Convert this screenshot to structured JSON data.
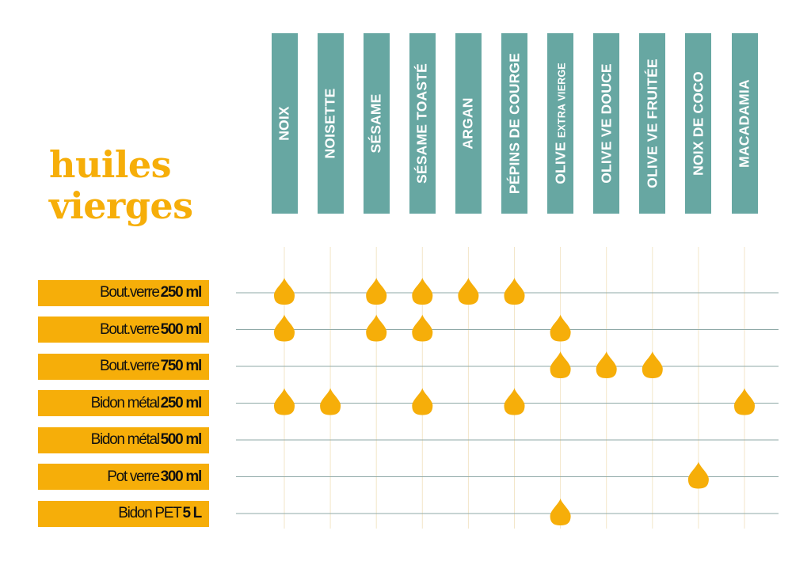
{
  "title": {
    "line1": "huiles",
    "line2": "vierges"
  },
  "colors": {
    "accent": "#f6ae09",
    "header": "#67a7a2",
    "rowline": "#8fa9a7",
    "colline": "#f3e6c9"
  },
  "columns": [
    {
      "label": "NOIX"
    },
    {
      "label": "NOISETTE"
    },
    {
      "label": "SÉSAME"
    },
    {
      "label": "SÉSAME TOASTÉ"
    },
    {
      "label": "ARGAN"
    },
    {
      "label": "PÉPINS DE COURGE"
    },
    {
      "label": "OLIVE",
      "label_small": "EXTRA VIERGE"
    },
    {
      "label": "OLIVE VE  DOUCE"
    },
    {
      "label": "OLIVE VE FRUITÉE"
    },
    {
      "label": "NOIX DE COCO"
    },
    {
      "label": "MACADAMIA"
    }
  ],
  "rows": [
    {
      "name": "Bout.verre",
      "size": "250 ml"
    },
    {
      "name": "Bout.verre",
      "size": "500 ml"
    },
    {
      "name": "Bout.verre",
      "size": "750 ml"
    },
    {
      "name": "Bidon métal",
      "size": "250 ml"
    },
    {
      "name": "Bidon métal",
      "size": "500 ml"
    },
    {
      "name": "Pot verre",
      "size": "300 ml"
    },
    {
      "name": "Bidon PET",
      "size": "5 L"
    }
  ],
  "chart_data": {
    "type": "table",
    "columns": [
      "NOIX",
      "NOISETTE",
      "SÉSAME",
      "SÉSAME TOASTÉ",
      "ARGAN",
      "PÉPINS DE COURGE",
      "OLIVE EXTRA VIERGE",
      "OLIVE VE  DOUCE",
      "OLIVE VE FRUITÉE",
      "NOIX DE COCO",
      "MACADAMIA"
    ],
    "rows": [
      "Bout.verre 250 ml",
      "Bout.verre 500 ml",
      "Bout.verre 750 ml",
      "Bidon métal 250 ml",
      "Bidon métal 500 ml",
      "Pot verre 300 ml",
      "Bidon PET 5 L"
    ],
    "availability": [
      [
        1,
        0,
        1,
        1,
        1,
        1,
        0,
        0,
        0,
        0,
        0
      ],
      [
        1,
        0,
        1,
        1,
        0,
        0,
        1,
        0,
        0,
        0,
        0
      ],
      [
        0,
        0,
        0,
        0,
        0,
        0,
        1,
        1,
        1,
        0,
        0
      ],
      [
        1,
        1,
        0,
        1,
        0,
        1,
        0,
        0,
        0,
        0,
        1
      ],
      [
        0,
        0,
        0,
        0,
        0,
        0,
        0,
        0,
        0,
        0,
        0
      ],
      [
        0,
        0,
        0,
        0,
        0,
        0,
        0,
        0,
        0,
        1,
        0
      ],
      [
        0,
        0,
        0,
        0,
        0,
        0,
        1,
        0,
        0,
        0,
        0
      ]
    ]
  }
}
